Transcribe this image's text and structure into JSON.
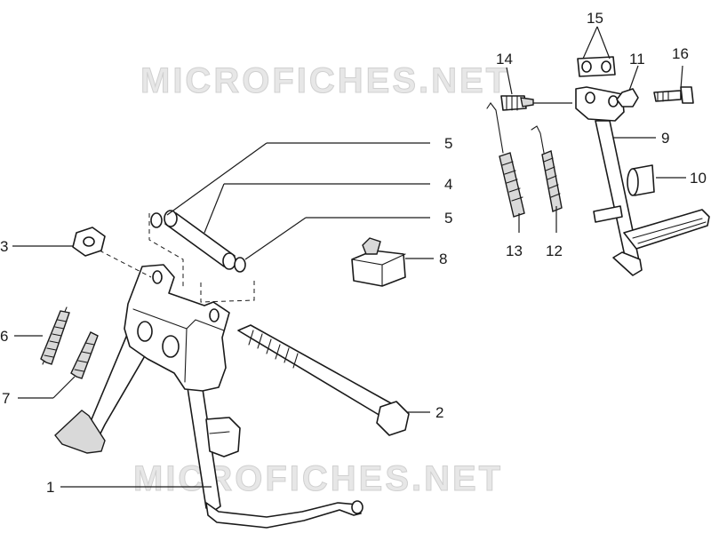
{
  "watermark": {
    "text": "MICROFICHES.NET"
  },
  "callouts": {
    "c1": "1",
    "c2": "2",
    "c3": "3",
    "c4": "4",
    "c5a": "5",
    "c5b": "5",
    "c6": "6",
    "c7": "7",
    "c8": "8",
    "c9": "9",
    "c10": "10",
    "c11": "11",
    "c12": "12",
    "c13": "13",
    "c14": "14",
    "c15": "15",
    "c16": "16"
  },
  "colors": {
    "line": "#1a1a1a",
    "watermark": "#e7e7e7",
    "background": "#ffffff"
  }
}
